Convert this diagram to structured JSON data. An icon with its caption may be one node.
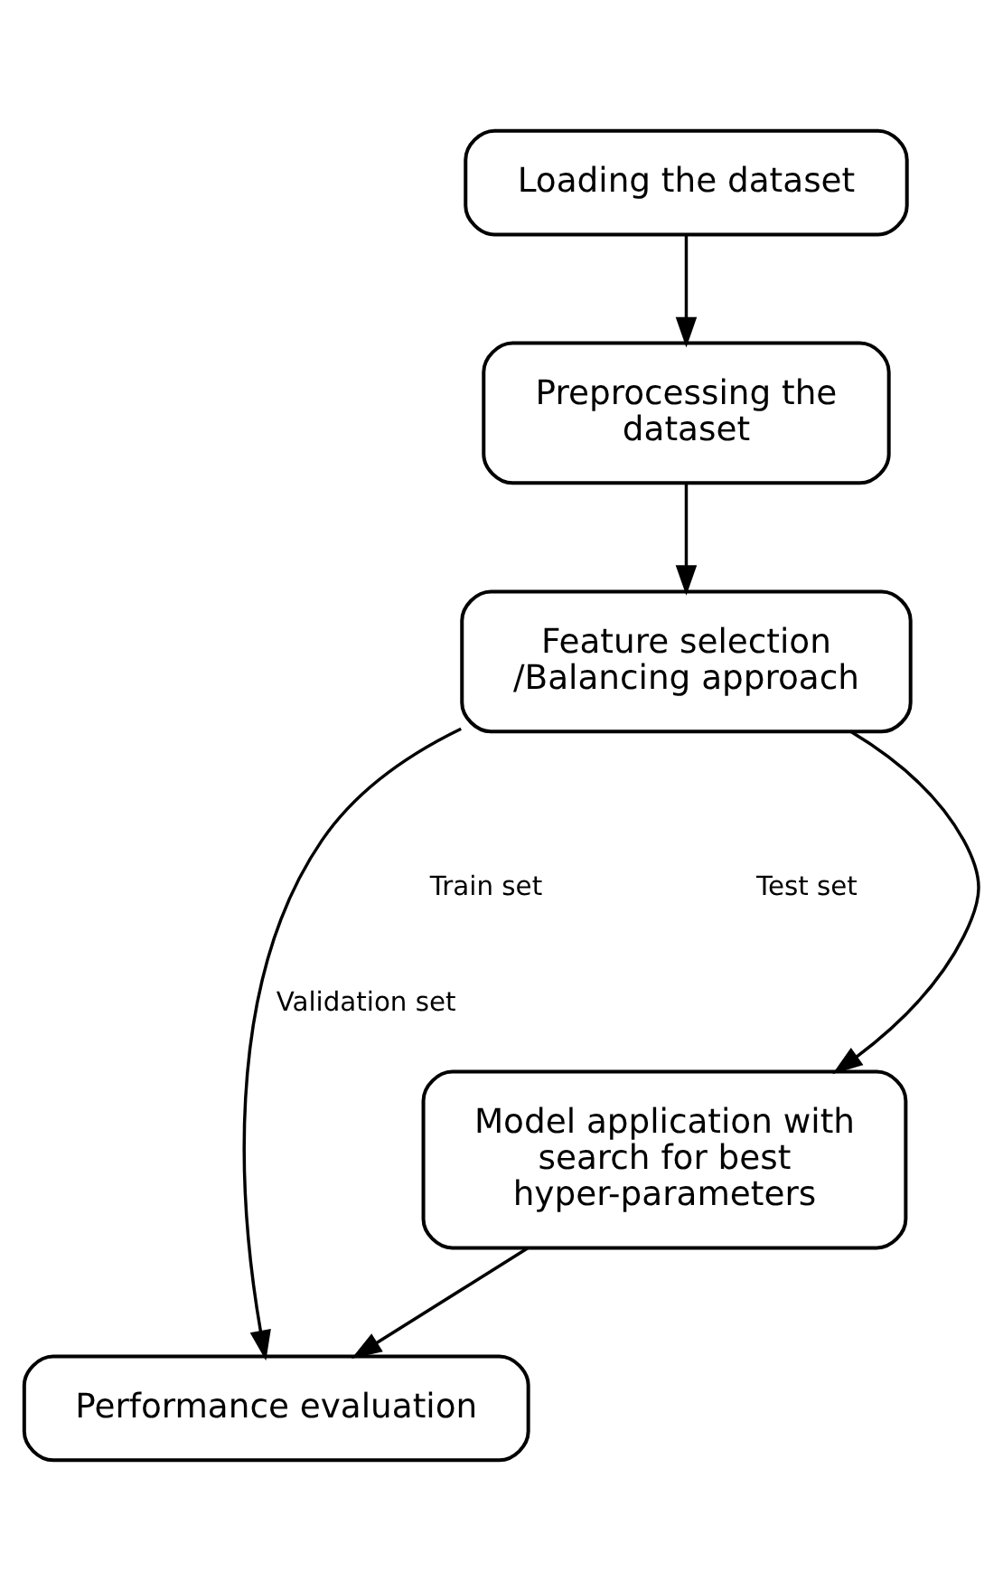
{
  "diagram": {
    "nodes": [
      {
        "text": [
          "Loading the dataset"
        ]
      },
      {
        "text": [
          "Preprocessing the dataset"
        ]
      },
      {
        "text": [
          "Feature selection /Balancing approach"
        ]
      },
      {
        "text": [
          "Model application with search for best hyper-parameters"
        ]
      },
      {
        "text": [
          "Performance evaluation"
        ]
      }
    ],
    "edges": [
      {
        "from": 0,
        "to": 1,
        "arrow": "to"
      },
      {
        "from": 1,
        "to": 2,
        "arrow": "to"
      },
      {
        "from": 2,
        "to": 3,
        "arrow": "to"
      },
      {
        "from": 2,
        "to": 4,
        "arrow": "to",
        "label": "Validation set"
      },
      {
        "from": 3,
        "to": 4,
        "arrow": "to"
      }
    ],
    "labels": [
      "Train set",
      "Test set"
    ]
  }
}
